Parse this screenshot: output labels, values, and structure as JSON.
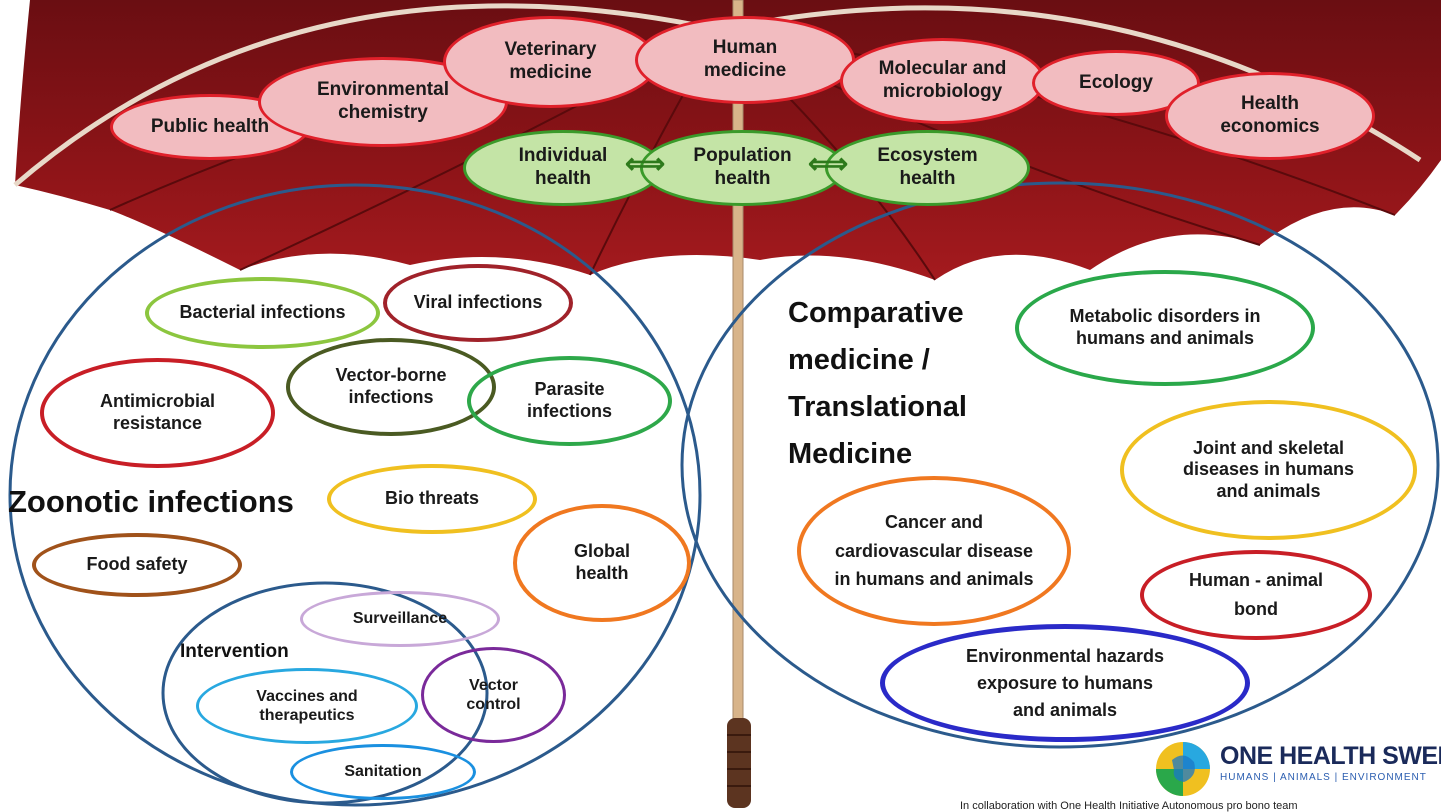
{
  "colors": {
    "canopy": "#8e1418",
    "canopy_dark": "#6a0e12",
    "pink_fill": "#f2bcc0",
    "pink_border": "#e0202a",
    "green_fill": "#c4e4a6",
    "green_border": "#3a9a2a",
    "big_circle": "#2b5a8c",
    "shaft": "#d8b48a",
    "handle": "#5c3420"
  },
  "disciplines": [
    "Public health",
    "Environmental chemistry",
    "Veterinary medicine",
    "Human medicine",
    "Molecular and microbiology",
    "Ecology",
    "Health economics"
  ],
  "health_levels": [
    "Individual health",
    "Population health",
    "Ecosystem health"
  ],
  "left": {
    "title": "Zoonotic infections",
    "items": [
      {
        "label": "Bacterial  infections",
        "color": "#8cc63f"
      },
      {
        "label": "Viral infections",
        "color": "#a0222a"
      },
      {
        "label": "Vector-borne infections",
        "color": "#4a5a22"
      },
      {
        "label": "Antimicrobial resistance",
        "color": "#c81e26"
      },
      {
        "label": "Parasite infections",
        "color": "#2ea84a"
      },
      {
        "label": "Bio threats",
        "color": "#f0c020"
      },
      {
        "label": "Global health",
        "color": "#f07820"
      },
      {
        "label": "Food safety",
        "color": "#a0521a"
      }
    ],
    "intervention": {
      "title": "Intervention",
      "items": [
        {
          "label": "Surveillance",
          "color": "#c8a8d8"
        },
        {
          "label": "Vaccines and therapeutics",
          "color": "#28a8e0"
        },
        {
          "label": "Vector control",
          "color": "#7a2a9a"
        },
        {
          "label": "Sanitation",
          "color": "#1a90e0"
        }
      ]
    }
  },
  "right": {
    "title": "Comparative medicine / Translational Medicine",
    "items": [
      {
        "label": "Metabolic disorders in humans and animals",
        "color": "#2aa84a"
      },
      {
        "label": "Joint and skeletal diseases in humans and animals",
        "color": "#f0c020"
      },
      {
        "label": "Cancer and cardiovascular disease in humans and animals",
        "color": "#f07820"
      },
      {
        "label": "Human - animal bond",
        "color": "#c81e26"
      },
      {
        "label": "Environmental hazards exposure to humans and animals",
        "color": "#2a2ac8"
      }
    ]
  },
  "logo": {
    "title": "ONE HEALTH SWEDEN",
    "subtitle": "HUMANS | ANIMALS | ENVIRONMENT",
    "icon": "globe-logo-icon"
  },
  "footnote": "In collaboration with One Health Initiative Autonomous pro bono team"
}
